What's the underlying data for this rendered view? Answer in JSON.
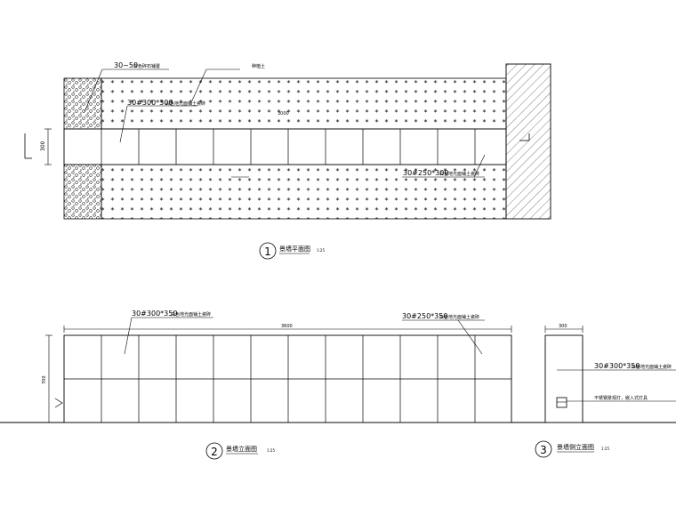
{
  "plan": {
    "callout_gravel": "30~50",
    "callout_gravel_note": "灰色碎石铺置",
    "callout_soil": "种植土",
    "callout_block": "30#300*300",
    "callout_block_note": "白色地光面铺土瓷砖",
    "callout_block2": "30#250*300",
    "callout_block2_note": "白色地光面铺土瓷砖",
    "dim_300": "300",
    "inner_dim": "3000",
    "small_mark": "↔",
    "title_number": "1",
    "title": "景墙平面图",
    "title_scale": "1:25"
  },
  "front": {
    "dim_total": "3600",
    "dim_height": "700",
    "callout_left": "30#300*350",
    "callout_left_note": "白色地光面铺土瓷砖",
    "callout_right": "30#250*350",
    "callout_right_note": "白色地光面铺土瓷砖",
    "title_number": "2",
    "title": "景墙立面图",
    "title_scale": "1:25"
  },
  "side": {
    "dim_width": "300",
    "callout_top": "30#300*350",
    "callout_top_note": "白色地光面铺土瓷砖",
    "callout_light": "不锈钢景观灯，嵌入式灯具",
    "title_number": "3",
    "title": "景墙侧立面图",
    "title_scale": "1:25"
  }
}
